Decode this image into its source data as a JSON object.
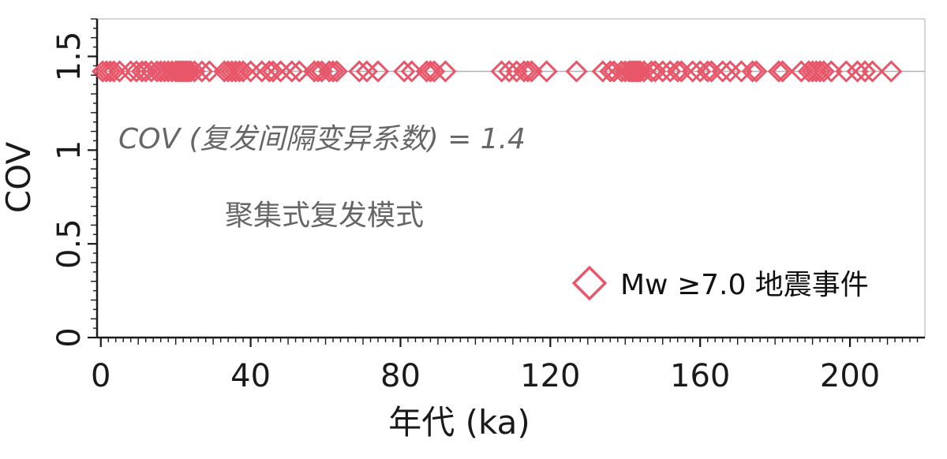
{
  "chart_data": {
    "type": "scatter",
    "xlabel": "年代 (ka)",
    "ylabel": "COV",
    "xlim": [
      -1,
      220
    ],
    "ylim": [
      0,
      1.7
    ],
    "x_ticks": [
      0,
      40,
      80,
      120,
      160,
      200
    ],
    "x_tick_labels": [
      "0",
      "40",
      "80",
      "120",
      "160",
      "200"
    ],
    "y_ticks": [
      0,
      0.5,
      1,
      1.5
    ],
    "y_tick_labels": [
      "0",
      "0.5",
      "1",
      "1.5"
    ],
    "reference_line_y": 1.42,
    "grid": false,
    "legend_position": "bottom-right",
    "annotations": {
      "cov_label": "COV (复发间隔变异系数) = 1.4",
      "pattern_label": "聚集式复发模式"
    },
    "series": [
      {
        "name": "Mw ≥7.0 地震事件",
        "marker": "diamond-open",
        "color": "#e8566a",
        "y_value": 1.42,
        "x": [
          0.5,
          1.5,
          2.5,
          3.5,
          5,
          8,
          9.5,
          11,
          12,
          13.5,
          15,
          16,
          17,
          18,
          19,
          20,
          20.5,
          21,
          21.5,
          22,
          22.5,
          23,
          23.5,
          24,
          25,
          27,
          29,
          33,
          34,
          35,
          36,
          37,
          38,
          40,
          43,
          45,
          46,
          48,
          51,
          53,
          57,
          58,
          59,
          61,
          62,
          63,
          69,
          71,
          74,
          81,
          83,
          87,
          88,
          89,
          92,
          107,
          109,
          111,
          113,
          114,
          115,
          119,
          127,
          134,
          136,
          137,
          139,
          140,
          141,
          141.5,
          142,
          142.5,
          143,
          143.5,
          144,
          145,
          147,
          148,
          150,
          152,
          154,
          155,
          158,
          160,
          162,
          163,
          166,
          168,
          171,
          174,
          175,
          181,
          182,
          187,
          189,
          190,
          191,
          192,
          193,
          195,
          199,
          202,
          204,
          206,
          211
        ]
      }
    ]
  },
  "colors": {
    "marker": "#e8566a",
    "reference_line": "#b3b3b3",
    "annotation": "#666666",
    "axis": "#1a1a1a"
  }
}
